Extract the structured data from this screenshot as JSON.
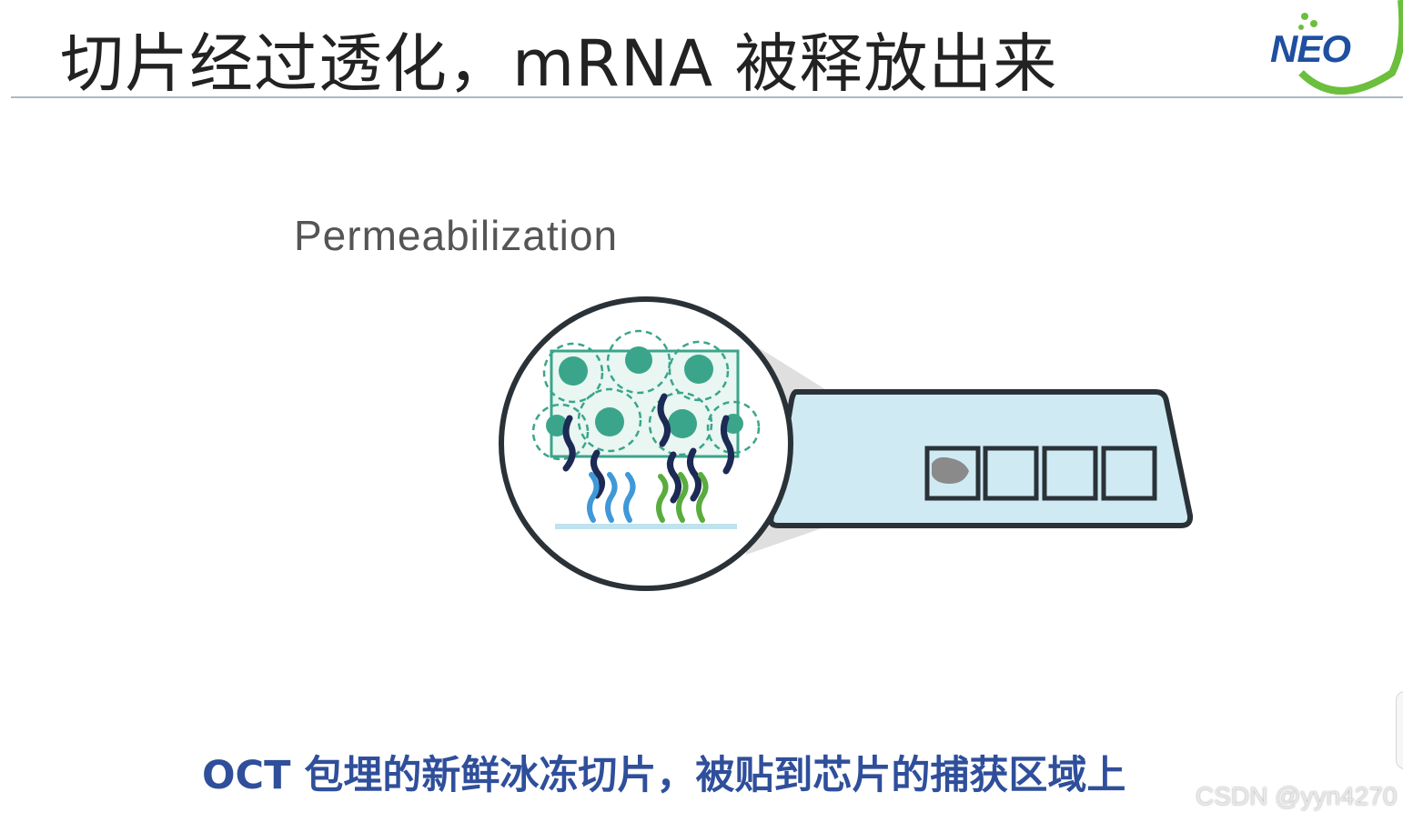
{
  "slide": {
    "title": "切片经过透化，mRNA 被释放出来",
    "section_label": "Permeabilization",
    "caption": "OCT 包埋的新鲜冰冻切片，被贴到芯片的捕获区域上"
  },
  "logo": {
    "text": "NEO",
    "colors": {
      "text": "#1f4fa0",
      "swoosh": "#6cbf3c"
    }
  },
  "watermark": {
    "text": "CSDN @yyn4270"
  },
  "diagram": {
    "icon_name": "permeabilization-illustration",
    "capture_area_count": 4,
    "colors": {
      "tissue_teal": "#3aa58a",
      "tissue_bg": "#e9f6f2",
      "mrna_navy": "#1c2a55",
      "probe_blue": "#3f98d8",
      "probe_green": "#5aac3e",
      "slide_fill": "#cfeaf3",
      "outline": "#2a3238"
    }
  }
}
